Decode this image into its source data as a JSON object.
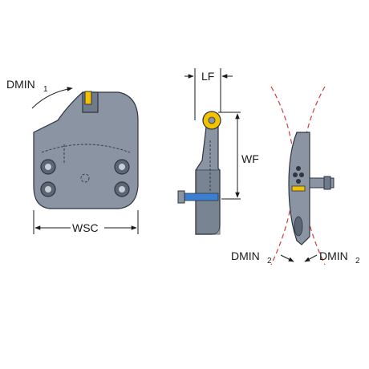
{
  "labels": {
    "dmin1": "DMIN",
    "dmin1_sub": "1",
    "wsc": "WSC",
    "lf": "LF",
    "wf": "WF",
    "dmin2_left": "DMIN",
    "dmin2_left_sub": "2",
    "dmin2_right": "DMIN",
    "dmin2_right_sub": "2"
  },
  "colors": {
    "body": "#8a94a3",
    "insert_yellow": "#f2c200",
    "coolant_blue": "#3a7fd0",
    "dmin_red": "#d43a3a"
  }
}
